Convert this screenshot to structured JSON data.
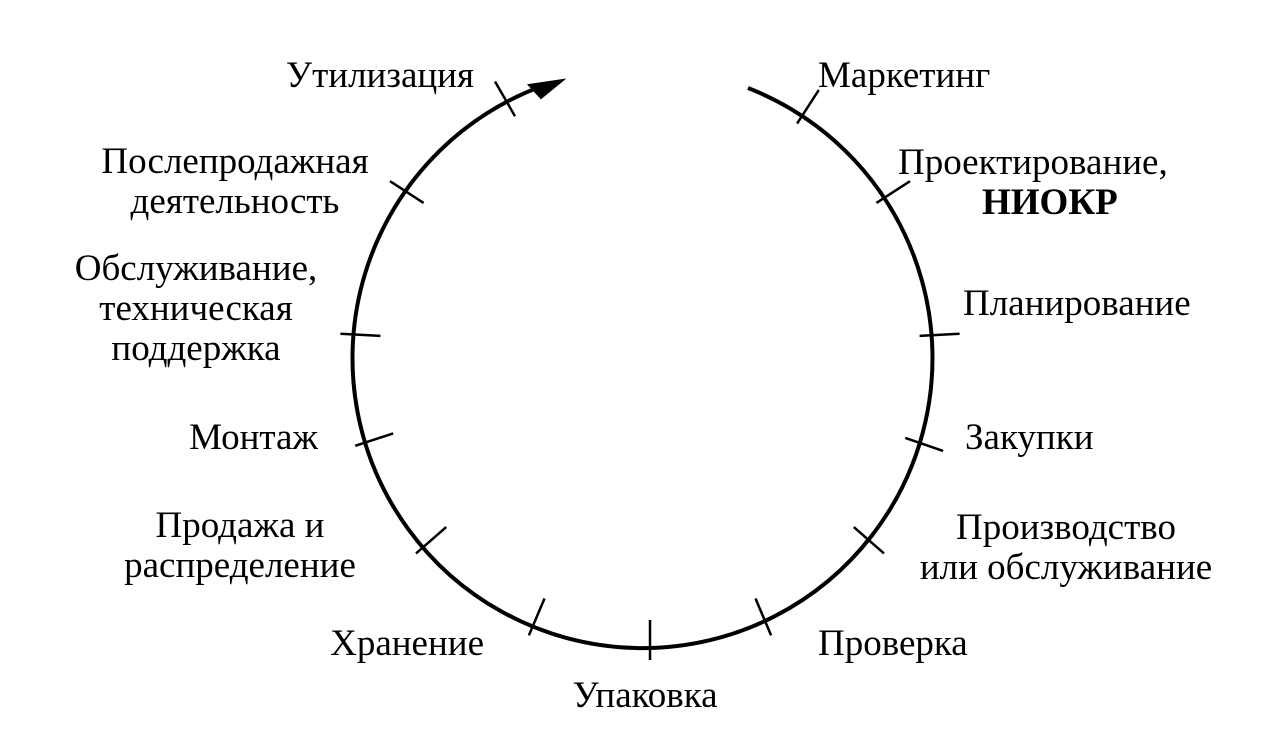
{
  "diagram": {
    "type": "cycle",
    "direction": "clockwise",
    "stages": [
      {
        "id": "marketing",
        "lines": [
          "Маркетинг"
        ]
      },
      {
        "id": "design",
        "lines": [
          "Проектирование,",
          "НИОКР"
        ]
      },
      {
        "id": "planning",
        "lines": [
          "Планирование"
        ]
      },
      {
        "id": "purchasing",
        "lines": [
          "Закупки"
        ]
      },
      {
        "id": "production",
        "lines": [
          "Производство",
          "или обслуживание"
        ]
      },
      {
        "id": "inspection",
        "lines": [
          "Проверка"
        ]
      },
      {
        "id": "packaging",
        "lines": [
          "Упаковка"
        ]
      },
      {
        "id": "storage",
        "lines": [
          "Хранение"
        ]
      },
      {
        "id": "sales",
        "lines": [
          "Продажа и",
          "распределение"
        ]
      },
      {
        "id": "installation",
        "lines": [
          "Монтаж"
        ]
      },
      {
        "id": "maintenance",
        "lines": [
          "Обслуживание,",
          "техническая",
          "поддержка"
        ]
      },
      {
        "id": "after-sales",
        "lines": [
          "Послепродажная",
          "деятельность"
        ]
      },
      {
        "id": "disposal",
        "lines": [
          "Утилизация"
        ]
      }
    ],
    "colors": {
      "stroke": "#000000",
      "text": "#000000",
      "background": "#ffffff"
    }
  }
}
